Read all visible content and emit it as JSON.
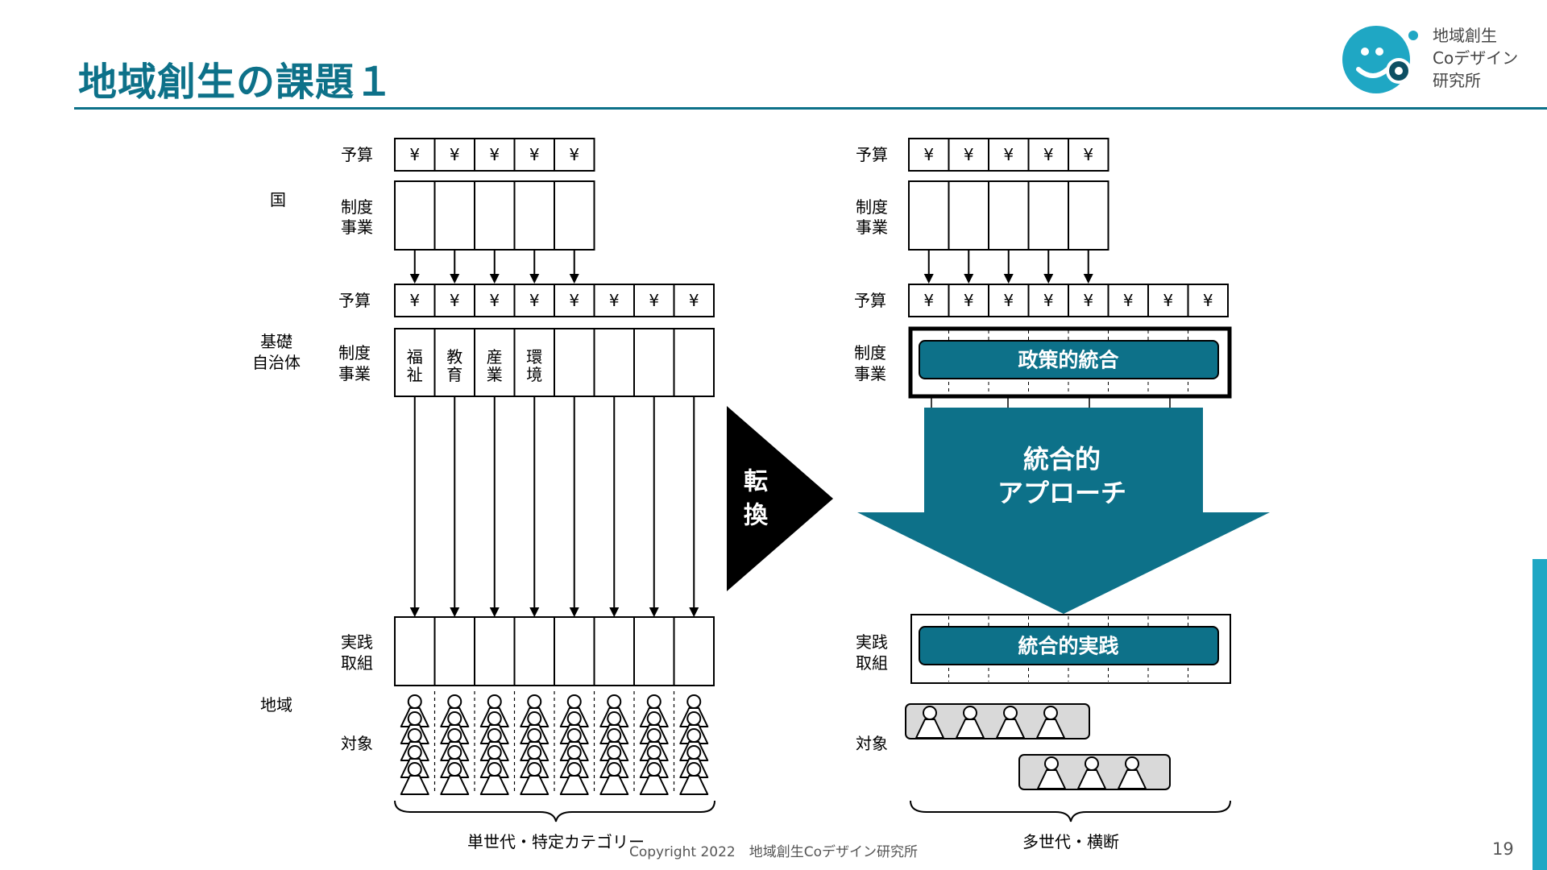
{
  "title": "地域創生の課題１",
  "logo": {
    "line1": "地域創生",
    "line2": "Coデザイン",
    "line3": "研究所"
  },
  "colors": {
    "brand": "#0d7189",
    "accent": "#1fa7c4",
    "black": "#000000",
    "gray_fill": "#d9d9d9"
  },
  "level_labels": {
    "country": "国",
    "municipality_line1": "基礎",
    "municipality_line2": "自治体",
    "region": "地域"
  },
  "row_labels": {
    "budget": "予算",
    "system_line1": "制度",
    "system_line2": "事業",
    "practice_line1": "実践",
    "practice_line2": "取組",
    "target": "対象"
  },
  "yen_symbol": "¥",
  "left": {
    "national_budget_cells": 5,
    "local_budget_cells": 8,
    "sector_cells": [
      [
        "福",
        "祉"
      ],
      [
        "教",
        "育"
      ],
      [
        "産",
        "業"
      ],
      [
        "環",
        "境"
      ],
      [],
      [],
      [],
      []
    ],
    "people_columns": 8,
    "people_per_column": 5,
    "caption": "単世代・特定カテゴリー"
  },
  "center_arrow": {
    "line1": "転",
    "line2": "換"
  },
  "right": {
    "national_budget_cells": 5,
    "local_budget_cells": 8,
    "policy_integration": "政策的統合",
    "approach_line1": "統合的",
    "approach_line2": "アプローチ",
    "integrated_practice": "統合的実践",
    "group1_people": 4,
    "group2_people": 3,
    "caption": "多世代・横断"
  },
  "copyright": "Copyright 2022　地域創生Coデザイン研究所",
  "page_number": "19"
}
